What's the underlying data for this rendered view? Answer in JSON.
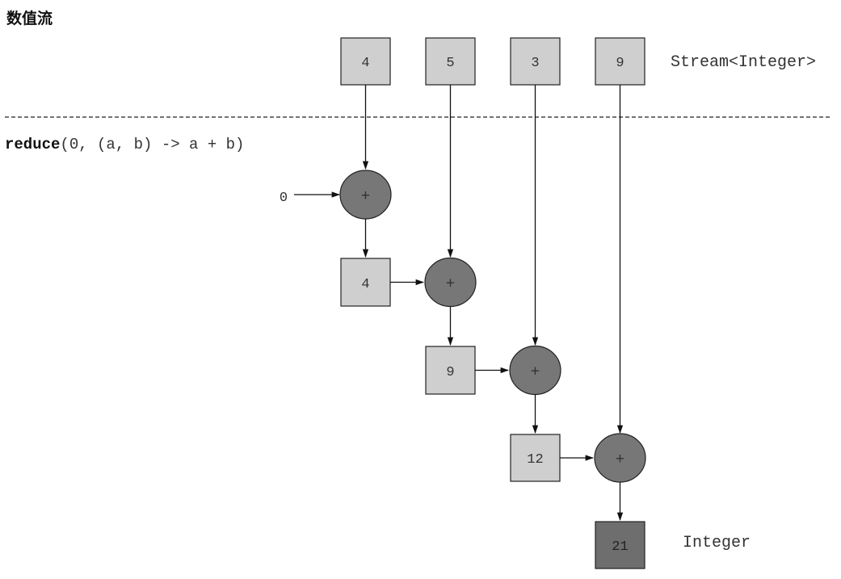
{
  "title": "数值流",
  "stream": {
    "values": [
      "4",
      "5",
      "3",
      "9"
    ],
    "type_label": "Stream<Integer>"
  },
  "operation": {
    "name": "reduce",
    "args": "(0, (a, b) -> a + b)"
  },
  "initial_value": "0",
  "operator_symbol": "+",
  "partial_results": [
    "4",
    "9",
    "12"
  ],
  "final_result": "21",
  "result_type_label": "Integer",
  "colors": {
    "input_box": "#cfcfcf",
    "operator_circle": "#777777",
    "result_box": "#6e6e6e"
  }
}
